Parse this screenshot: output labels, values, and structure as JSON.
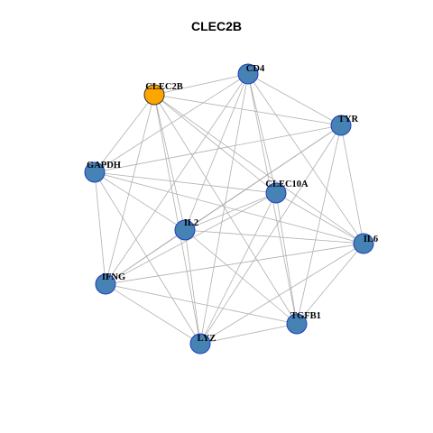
{
  "title": "CLEC2B",
  "colors": {
    "highlight": "#FFA500",
    "node": "#4682B4",
    "node_border": "#1E3FBF",
    "edge": "#B0B0B0"
  },
  "nodes": [
    {
      "id": "CLEC2B",
      "label": "CLEC2B",
      "highlight": true
    },
    {
      "id": "CD4",
      "label": "CD4",
      "highlight": false
    },
    {
      "id": "TYR",
      "label": "TYR",
      "highlight": false
    },
    {
      "id": "GAPDH",
      "label": "GAPDH",
      "highlight": false
    },
    {
      "id": "CLEC10A",
      "label": "CLEC10A",
      "highlight": false
    },
    {
      "id": "IL2",
      "label": "IL2",
      "highlight": false
    },
    {
      "id": "IL6",
      "label": "IL6",
      "highlight": false
    },
    {
      "id": "IFNG",
      "label": "IFNG",
      "highlight": false
    },
    {
      "id": "TGFB1",
      "label": "TGFB1",
      "highlight": false
    },
    {
      "id": "LYZ",
      "label": "LYZ",
      "highlight": false
    }
  ],
  "edges": [
    [
      "CLEC2B",
      "CD4"
    ],
    [
      "CLEC2B",
      "TYR"
    ],
    [
      "CLEC2B",
      "GAPDH"
    ],
    [
      "CLEC2B",
      "CLEC10A"
    ],
    [
      "CLEC2B",
      "IL2"
    ],
    [
      "CLEC2B",
      "IL6"
    ],
    [
      "CLEC2B",
      "IFNG"
    ],
    [
      "CLEC2B",
      "LYZ"
    ],
    [
      "CLEC2B",
      "TGFB1"
    ],
    [
      "CD4",
      "TYR"
    ],
    [
      "CD4",
      "GAPDH"
    ],
    [
      "CD4",
      "CLEC10A"
    ],
    [
      "CD4",
      "IL2"
    ],
    [
      "CD4",
      "IL6"
    ],
    [
      "CD4",
      "IFNG"
    ],
    [
      "CD4",
      "LYZ"
    ],
    [
      "CD4",
      "TGFB1"
    ],
    [
      "TYR",
      "GAPDH"
    ],
    [
      "TYR",
      "IL2"
    ],
    [
      "TYR",
      "IL6"
    ],
    [
      "TYR",
      "IFNG"
    ],
    [
      "TYR",
      "LYZ"
    ],
    [
      "TYR",
      "TGFB1"
    ],
    [
      "GAPDH",
      "CLEC10A"
    ],
    [
      "GAPDH",
      "IL2"
    ],
    [
      "GAPDH",
      "IL6"
    ],
    [
      "GAPDH",
      "IFNG"
    ],
    [
      "GAPDH",
      "LYZ"
    ],
    [
      "CLEC10A",
      "IL2"
    ],
    [
      "CLEC10A",
      "IL6"
    ],
    [
      "CLEC10A",
      "IFNG"
    ],
    [
      "CLEC10A",
      "LYZ"
    ],
    [
      "CLEC10A",
      "TGFB1"
    ],
    [
      "IL2",
      "IL6"
    ],
    [
      "IL2",
      "IFNG"
    ],
    [
      "IL2",
      "LYZ"
    ],
    [
      "IL2",
      "TGFB1"
    ],
    [
      "IL6",
      "IFNG"
    ],
    [
      "IL6",
      "LYZ"
    ],
    [
      "IL6",
      "TGFB1"
    ],
    [
      "IFNG",
      "TGFB1"
    ],
    [
      "IFNG",
      "LYZ"
    ],
    [
      "LYZ",
      "TGFB1"
    ]
  ]
}
